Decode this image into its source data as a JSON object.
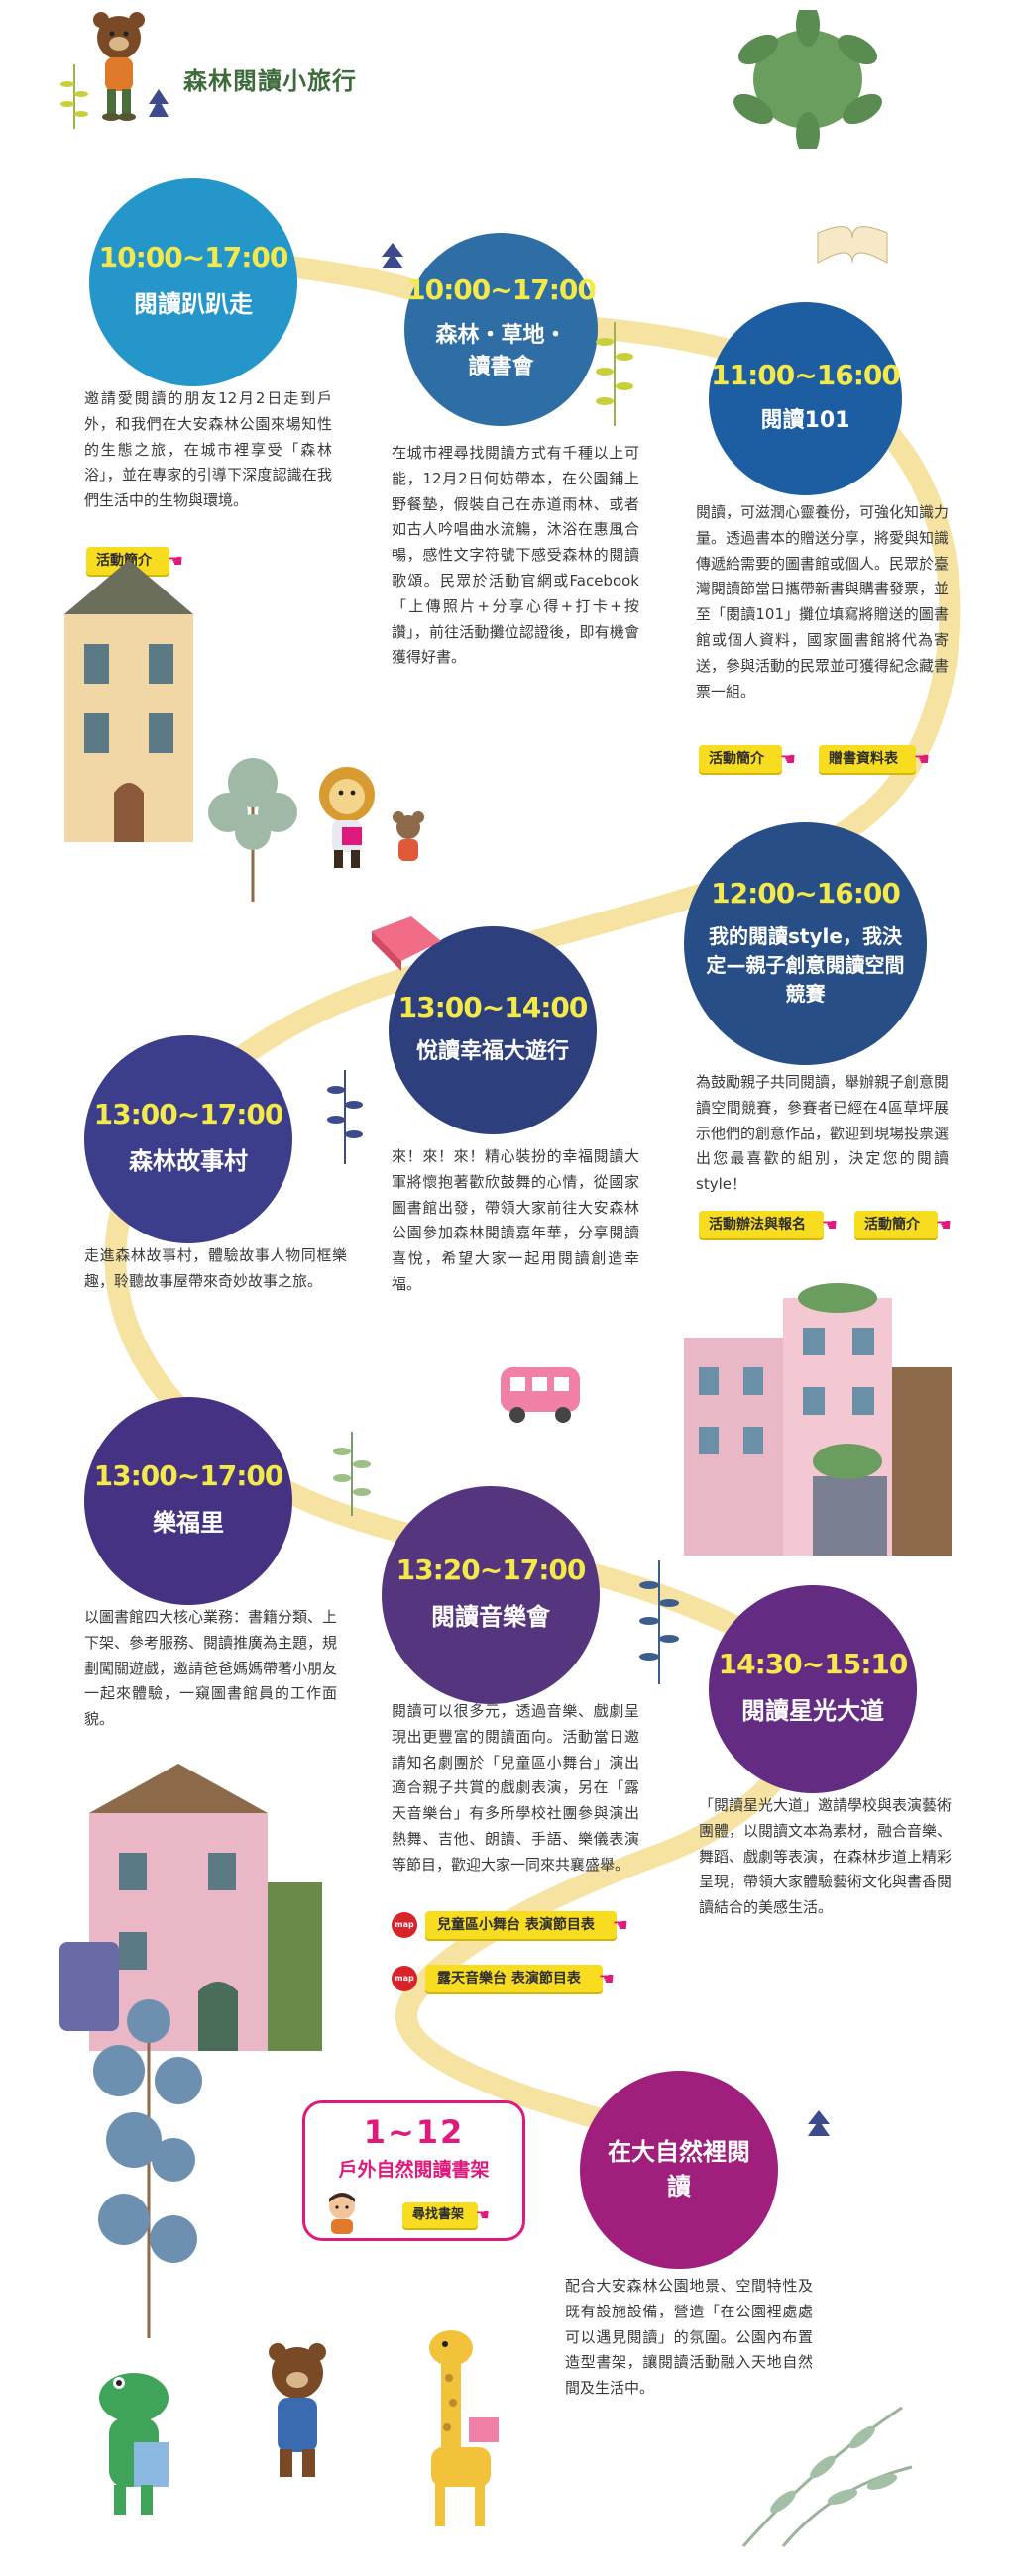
{
  "header": {
    "title": "森林閱讀小旅行"
  },
  "colors": {
    "path": "#f6e3a2",
    "time_text": "#f3e94a",
    "button": "#f7dc1f",
    "accent": "#e0197d",
    "title_green": "#3d6b3a"
  },
  "events": [
    {
      "time": "10:00~17:00",
      "name": "閱讀趴趴走",
      "color": "#2596c9",
      "description": "邀請愛閱讀的朋友12月2日走到戶外，和我們在大安森林公園來場知性的生態之旅，在城市裡享受「森林浴」，並在專家的引導下深度認識在我們生活中的生物與環境。",
      "buttons": [
        "活動簡介"
      ]
    },
    {
      "time": "10:00~17:00",
      "name": "森林・草地・讀書會",
      "color": "#2f6ea4",
      "description": "在城市裡尋找閱讀方式有千種以上可能，12月2日何妨帶本，在公園鋪上野餐墊，假裝自己在赤道雨林、或者如古人吟唱曲水流觴，沐浴在惠風合暢，感性文字符號下感受森林的閱讀歌頌。民眾於活動官網或Facebook「上傳照片+分享心得+打卡+按讚」，前往活動攤位認證後，即有機會獲得好書。",
      "buttons": []
    },
    {
      "time": "11:00~16:00",
      "name": "閱讀101",
      "color": "#1d5ea3",
      "description": "閱讀，可滋潤心靈養份，可強化知識力量。透過書本的贈送分享，將愛與知識傳遞給需要的圖書館或個人。民眾於臺灣閱讀節當日攜帶新書與購書發票，並至「閱讀101」攤位填寫將贈送的圖書館或個人資料，國家圖書館將代為寄送，參與活動的民眾並可獲得紀念藏書票一組。",
      "buttons": [
        "活動簡介",
        "贈書資料表"
      ]
    },
    {
      "time": "12:00~16:00",
      "name": "我的閱讀style，我決定—親子創意閱讀空間競賽",
      "color": "#274e86",
      "description": "為鼓勵親子共同閱讀，舉辦親子創意閱讀空間競賽，參賽者已經在4區草坪展示他們的創意作品，歡迎到現場投票選出您最喜歡的組別，決定您的閱讀style！",
      "buttons": [
        "活動辦法與報名",
        "活動簡介"
      ]
    },
    {
      "time": "13:00~14:00",
      "name": "悅讀幸福大遊行",
      "color": "#2e3f7e",
      "description": "來！來！來！精心裝扮的幸福閱讀大軍將懷抱著歡欣鼓舞的心情，從國家圖書館出發，帶領大家前往大安森林公園參加森林閱讀嘉年華，分享閱讀喜悅，希望大家一起用閱讀創造幸福。",
      "buttons": []
    },
    {
      "time": "13:00~17:00",
      "name": "森林故事村",
      "color": "#3c3e8c",
      "description": "走進森林故事村，體驗故事人物同框樂趣，聆聽故事屋帶來奇妙故事之旅。",
      "buttons": []
    },
    {
      "time": "13:00~17:00",
      "name": "樂福里",
      "color": "#453283",
      "description": "以圖書館四大核心業務：書籍分類、上下架、參考服務、閱讀推廣為主題，規劃闖關遊戲，邀請爸爸媽媽帶著小朋友一起來體驗，一窺圖書館員的工作面貌。",
      "buttons": []
    },
    {
      "time": "13:20~17:00",
      "name": "閱讀音樂會",
      "color": "#56357f",
      "description": "閱讀可以很多元，透過音樂、戲劇呈現出更豐富的閱讀面向。活動當日邀請知名劇團於「兒童區小舞台」演出適合親子共賞的戲劇表演，另在「露天音樂台」有多所學校社團參與演出熱舞、吉他、朗讀、手語、樂儀表演等節目，歡迎大家一同來共襄盛舉。",
      "buttons": [],
      "map_buttons": [
        "兒童區小舞台 表演節目表",
        "露天音樂台 表演節目表"
      ],
      "map_label": "map"
    },
    {
      "time": "14:30~15:10",
      "name": "閱讀星光大道",
      "color": "#632b82",
      "description": "「閱讀星光大道」邀請學校與表演藝術團體，以閱讀文本為素材，融合音樂、舞蹈、戲劇等表演，在森林步道上精彩呈現，帶領大家體驗藝術文化與書香閱讀結合的美感生活。",
      "buttons": []
    },
    {
      "time": "",
      "name": "在大自然裡閱讀",
      "color": "#a01f7c",
      "description": "配合大安森林公園地景、空間特性及既有設施設備，營造「在公園裡處處可以遇見閱讀」的氛圍。公園內布置造型書架，讓閱讀活動融入天地自然間及生活中。",
      "buttons": []
    }
  ],
  "bookshelf": {
    "number": "1~12",
    "title": "戶外自然閱讀書架",
    "button": "尋找書架"
  }
}
